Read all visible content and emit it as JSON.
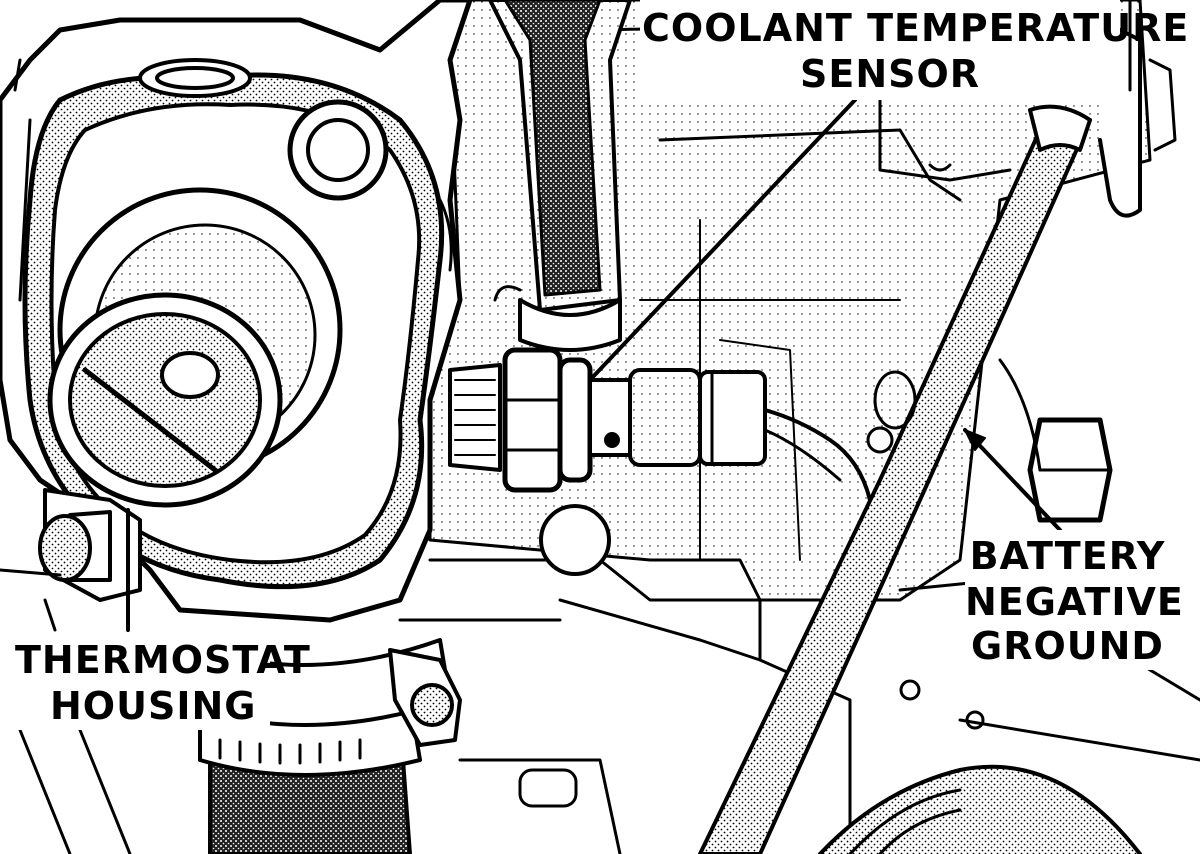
{
  "labels": {
    "coolant_line1": "COOLANT TEMPERATURE",
    "coolant_line2": "SENSOR",
    "battery_line1": "BATTERY",
    "battery_line2": "NEGATIVE",
    "battery_line3": "GROUND",
    "thermostat_line1": "THERMOSTAT",
    "thermostat_line2": "HOUSING"
  },
  "colors": {
    "ink": "#000000",
    "paper": "#ffffff",
    "shade": "#c8c8c8",
    "dark_shade": "#555555"
  }
}
